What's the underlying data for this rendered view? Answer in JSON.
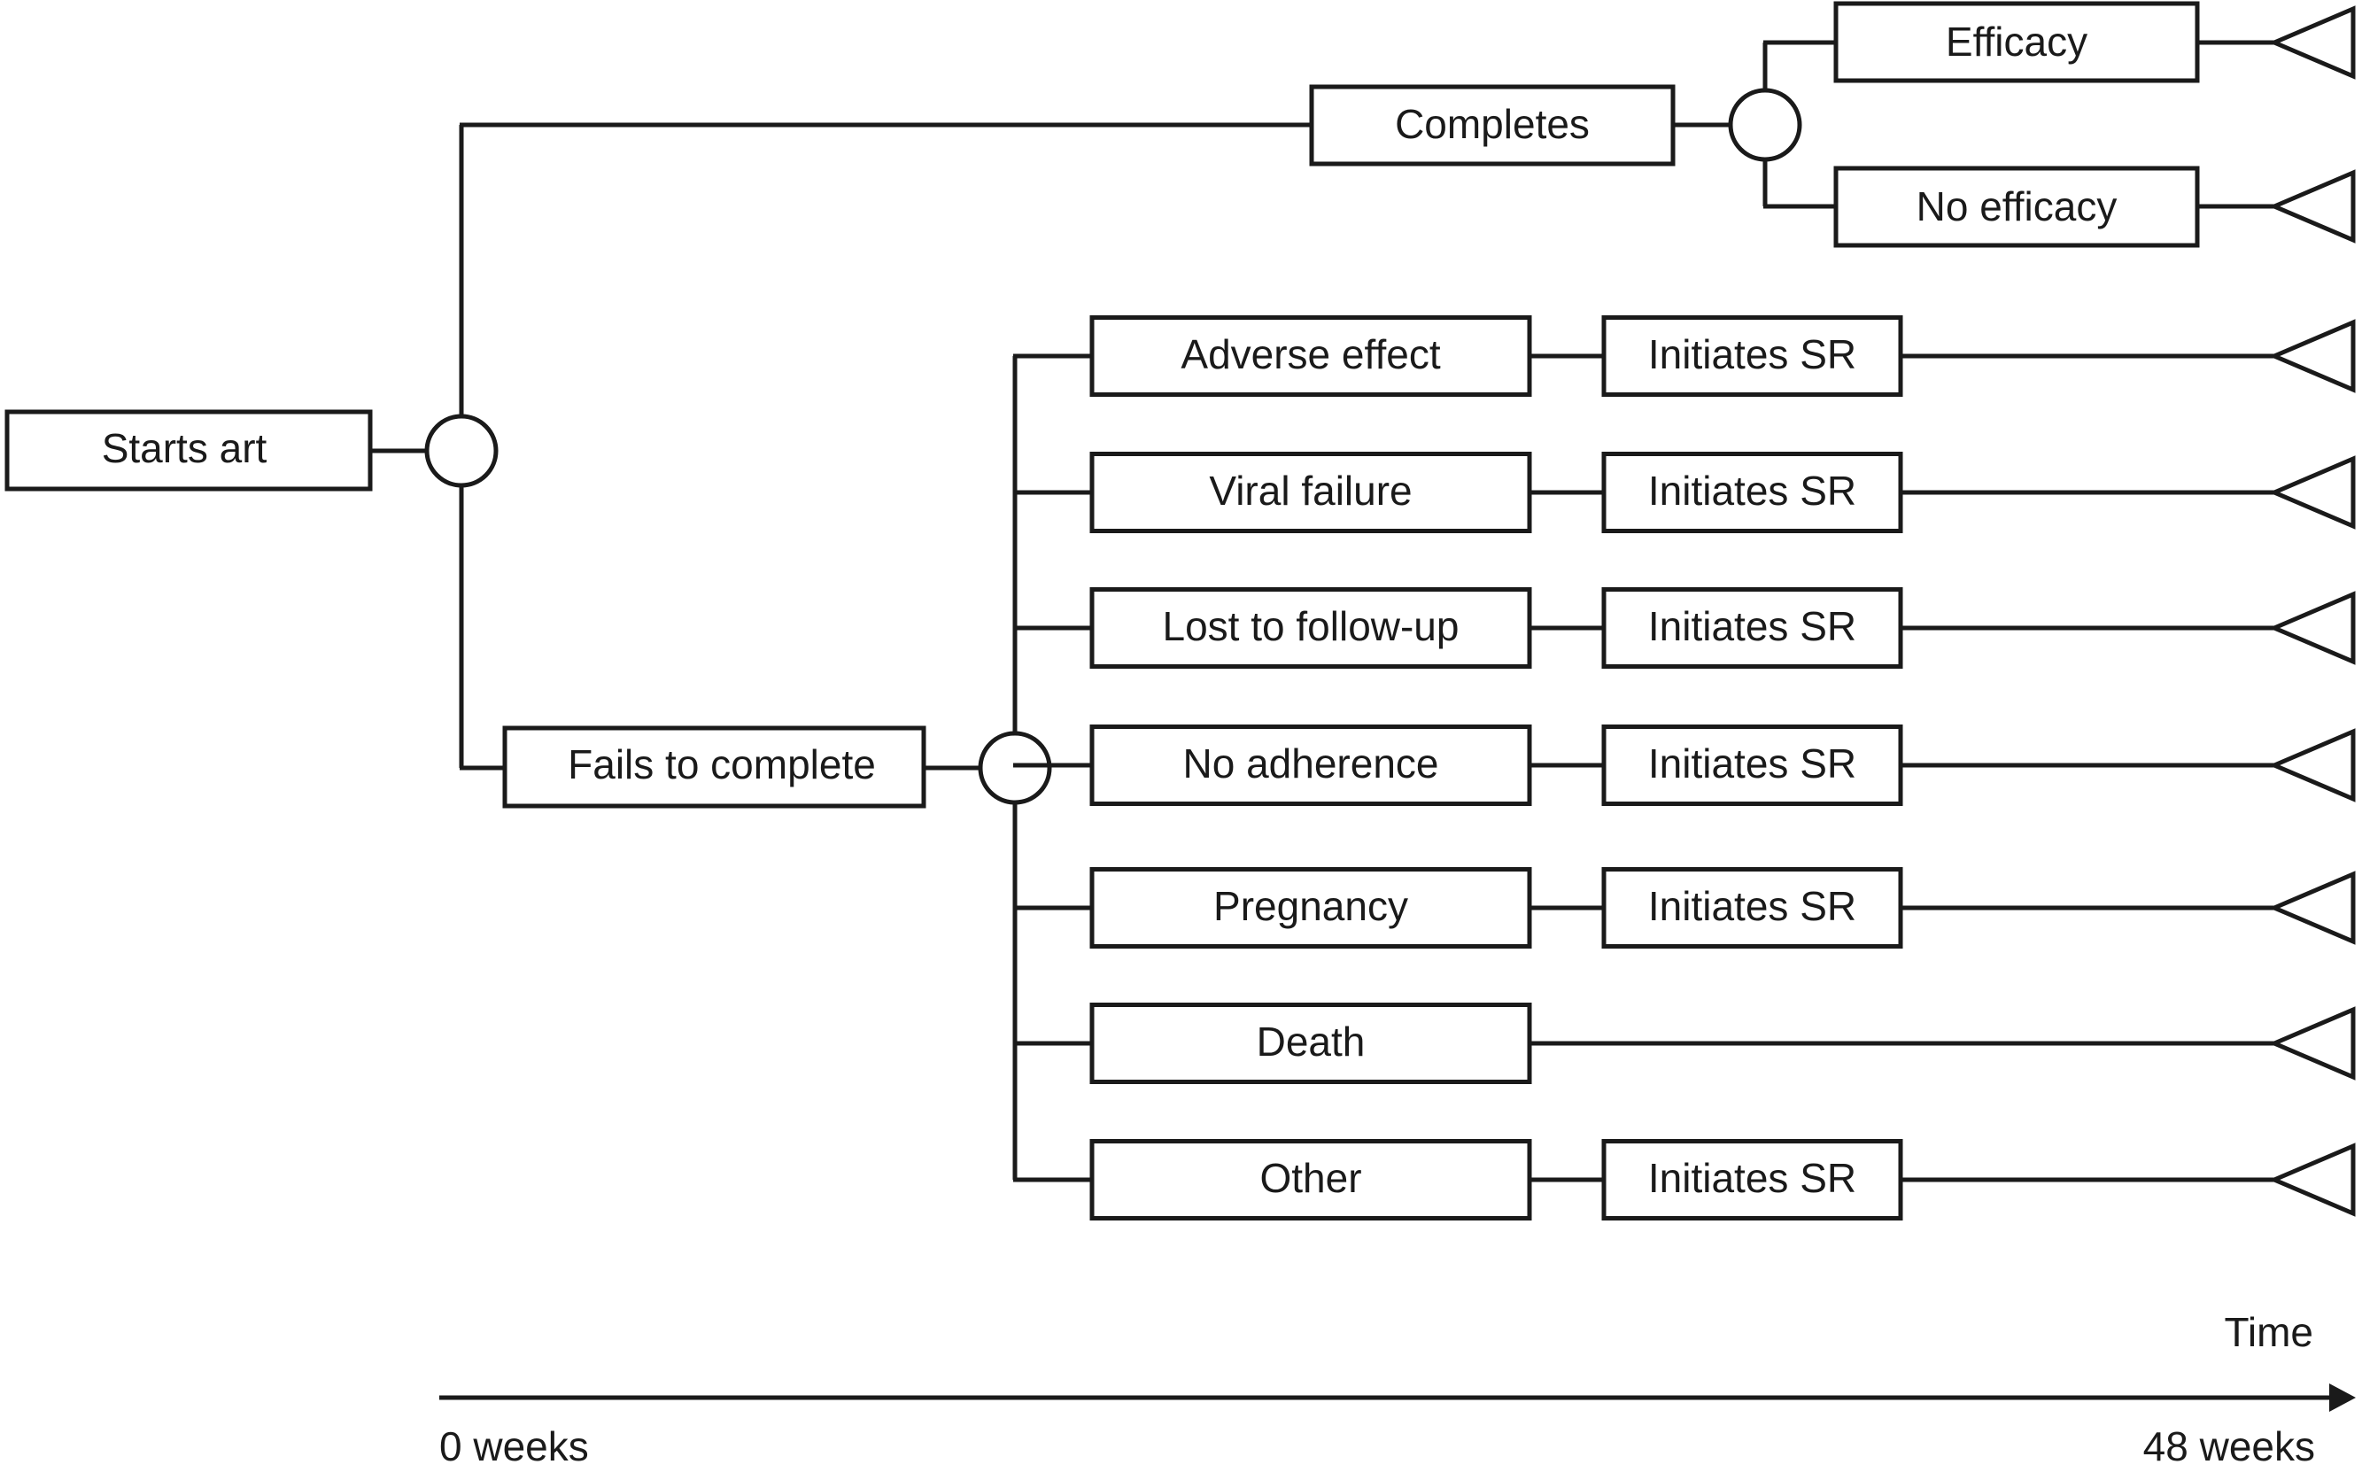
{
  "tree": {
    "root": {
      "label": "Starts art"
    },
    "completes": {
      "label": "Completes",
      "outcomes": [
        "Efficacy",
        "No efficacy"
      ]
    },
    "fails": {
      "label": "Fails to complete",
      "reasons": [
        {
          "label": "Adverse effect",
          "next": "Initiates SR"
        },
        {
          "label": "Viral failure",
          "next": "Initiates SR"
        },
        {
          "label": "Lost to follow-up",
          "next": "Initiates SR"
        },
        {
          "label": "No adherence",
          "next": "Initiates SR"
        },
        {
          "label": "Pregnancy",
          "next": "Initiates SR"
        },
        {
          "label": "Death",
          "next": ""
        },
        {
          "label": "Other",
          "next": "Initiates SR"
        }
      ]
    }
  },
  "timeline": {
    "title": "Time",
    "start_label": "0 weeks",
    "end_label": "48 weeks"
  },
  "colors": {
    "stroke": "#1a1a1a",
    "background": "#ffffff"
  }
}
